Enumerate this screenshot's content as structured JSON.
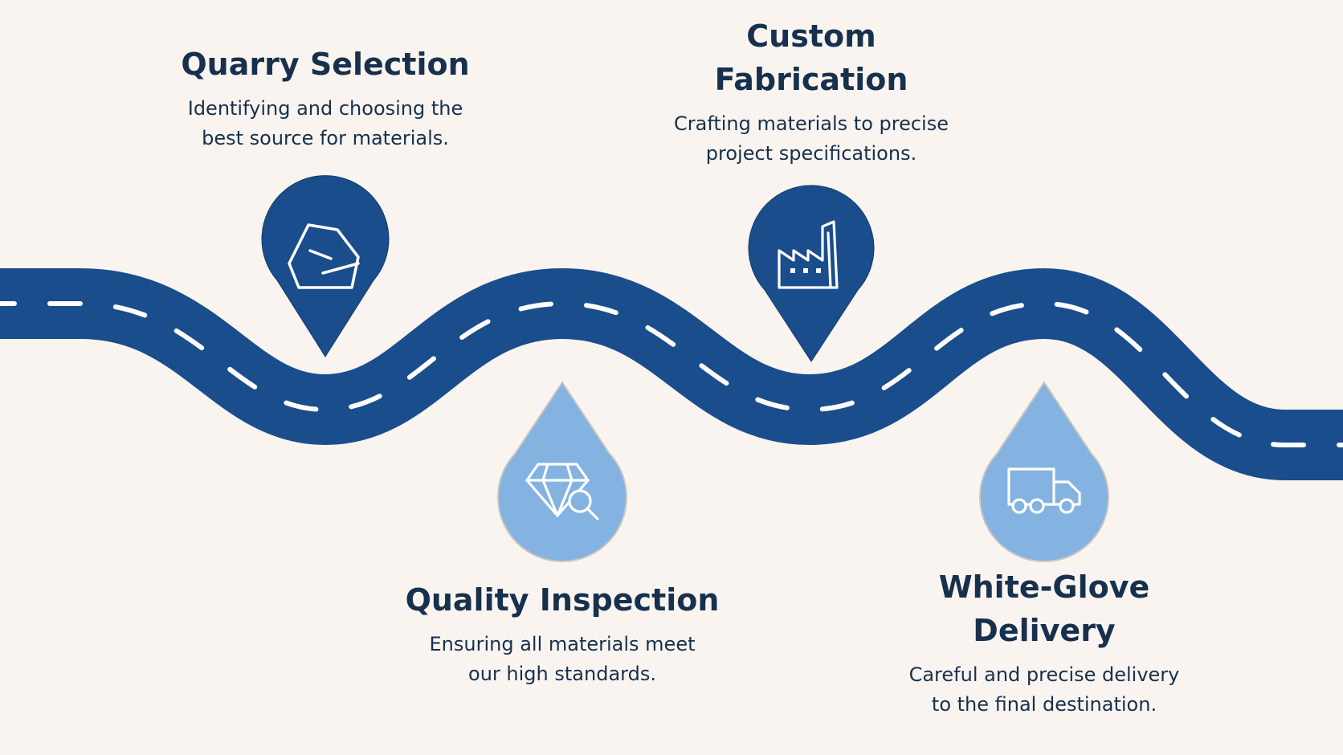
{
  "colors": {
    "background": "#f9f4ef",
    "road": "#1a4d8c",
    "pin_dark": "#1a4d8c",
    "pin_light": "#84b3e1",
    "text": "#17304d",
    "dash": "#ffffff"
  },
  "steps": [
    {
      "title_lines": [
        "Quarry Selection"
      ],
      "desc_lines": [
        "Identifying and choosing the",
        "best source for materials."
      ],
      "icon": "rock-icon",
      "pin_style": "dark"
    },
    {
      "title_lines": [
        "Quality Inspection"
      ],
      "desc_lines": [
        "Ensuring all materials meet",
        "our high standards."
      ],
      "icon": "diamond-magnifier-icon",
      "pin_style": "light"
    },
    {
      "title_lines": [
        "Custom",
        "Fabrication"
      ],
      "desc_lines": [
        "Crafting materials to precise",
        "project specifications."
      ],
      "icon": "factory-icon",
      "pin_style": "dark"
    },
    {
      "title_lines": [
        "White-Glove",
        "Delivery"
      ],
      "desc_lines": [
        "Careful and precise delivery",
        "to the final destination."
      ],
      "icon": "truck-icon",
      "pin_style": "light"
    }
  ]
}
